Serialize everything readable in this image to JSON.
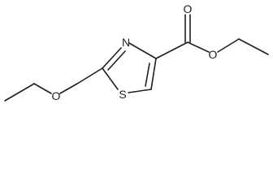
{
  "molecule": {
    "atoms": {
      "O1": "O",
      "N1": "N",
      "O2": "O",
      "O3": "O",
      "S1": "S"
    }
  }
}
